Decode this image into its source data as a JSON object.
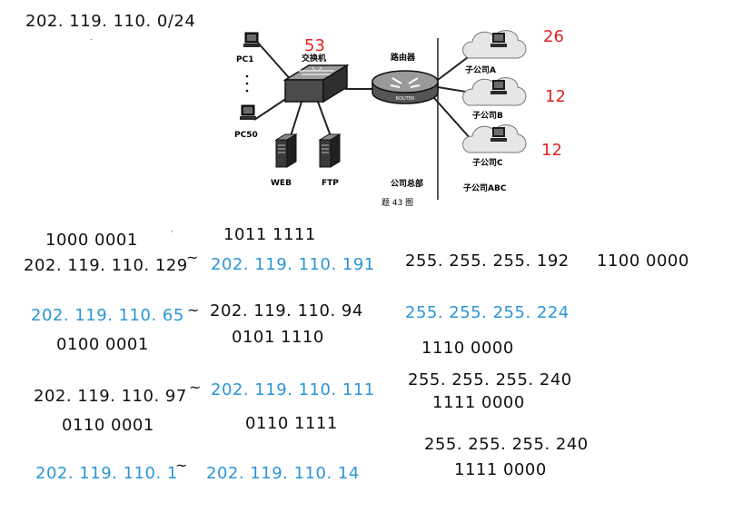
{
  "network": "202. 119. 110. 0/24",
  "diagram": {
    "pc1": "PC1",
    "dots": "·",
    "pc50": "PC50",
    "switch": "交换机",
    "router": "路由器",
    "router_badge": "ROUTER",
    "web": "WEB",
    "ftp": "FTP",
    "hq": "公司总部",
    "figure": "题 43 图",
    "sub_a": "子公司A",
    "sub_b": "子公司B",
    "sub_c": "子公司C",
    "sub_abc": "子公司ABC"
  },
  "counts": {
    "switch": "53",
    "a": "26",
    "b": "12",
    "c": "12"
  },
  "rows": {
    "r1_start_bin": "1000  0001",
    "r1_end_bin": "1011  1111",
    "r1_start": "202. 119. 110. 129",
    "r1_end": "202. 119. 110. 191",
    "r1_mask": "255. 255. 255. 192",
    "r1_mask_bin": "1100  0000",
    "r2_start": "202. 119. 110. 65",
    "r2_end": "202. 119. 110. 94",
    "r2_start_bin": "0100  0001",
    "r2_end_bin": "0101  1110",
    "r2_mask": "255. 255. 255. 224",
    "r2_mask_bin": "1110  0000",
    "r3_start": "202. 119. 110. 97",
    "r3_end": "202. 119. 110. 111",
    "r3_start_bin": "0110  0001",
    "r3_end_bin": "0110  1111",
    "r3_mask": "255. 255. 255. 240",
    "r3_mask_bin": "1111  0000",
    "r4_start": "202. 119. 110. 1",
    "r4_end": "202. 119. 110. 14",
    "r4_mask": "255. 255. 255. 240",
    "r4_mask_bin": "1111  0000",
    "tilde": "~"
  }
}
